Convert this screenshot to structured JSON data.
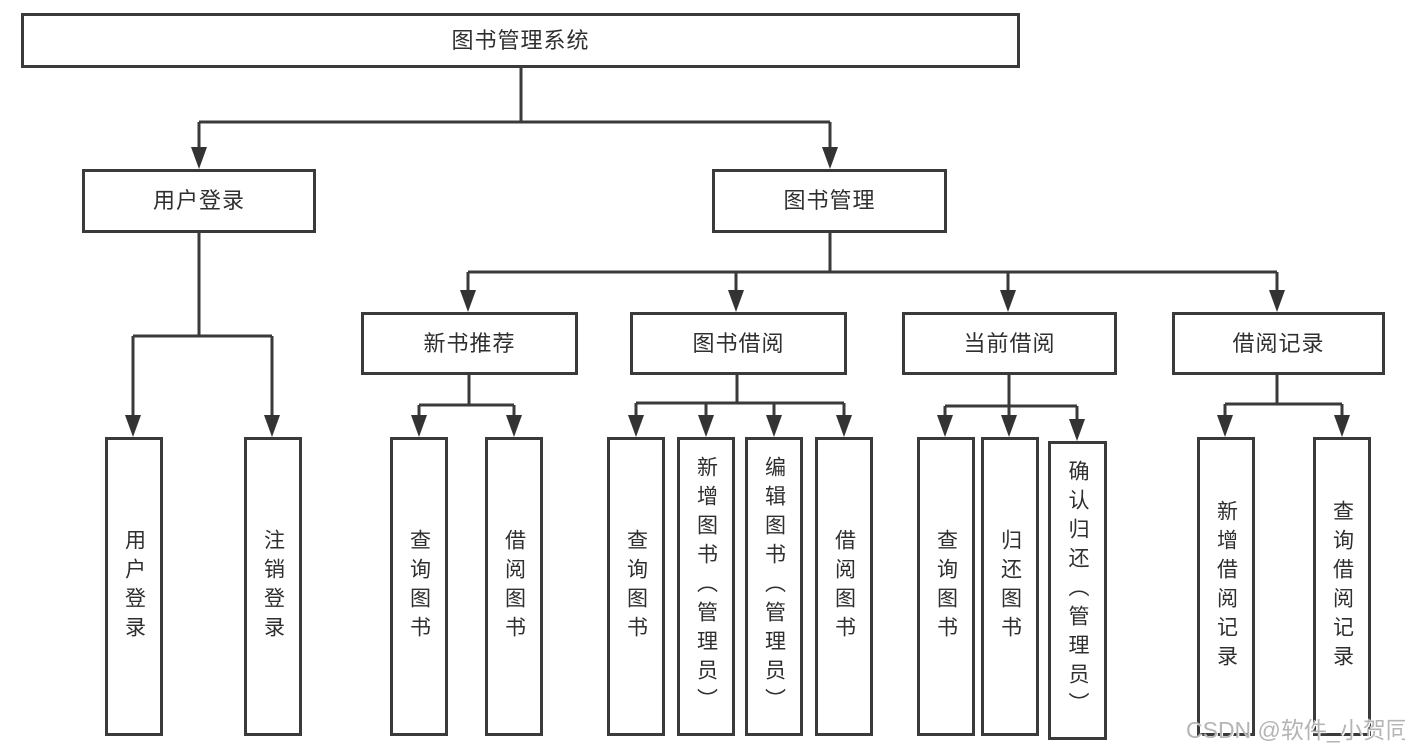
{
  "tree": {
    "label": "图书管理系统",
    "children": [
      {
        "label": "用户登录",
        "children": [
          {
            "label": "用户登录"
          },
          {
            "label": "注销登录"
          }
        ]
      },
      {
        "label": "图书管理",
        "children": [
          {
            "label": "新书推荐",
            "children": [
              {
                "label": "查询图书"
              },
              {
                "label": "借阅图书"
              }
            ]
          },
          {
            "label": "图书借阅",
            "children": [
              {
                "label": "查询图书"
              },
              {
                "label": "新增图书（管理员）"
              },
              {
                "label": "编辑图书（管理员）"
              },
              {
                "label": "借阅图书"
              }
            ]
          },
          {
            "label": "当前借阅",
            "children": [
              {
                "label": "查询图书"
              },
              {
                "label": "归还图书"
              },
              {
                "label": "确认归还（管理员）"
              }
            ]
          },
          {
            "label": "借阅记录",
            "children": [
              {
                "label": "新增借阅记录"
              },
              {
                "label": "查询借阅记录"
              }
            ]
          }
        ]
      }
    ]
  },
  "watermark": {
    "text": "CSDN @软件_小贺同学"
  },
  "colors": {
    "line": "#3a3a3a",
    "arrow": "#333333",
    "text": "#2f2f2f",
    "background": "#ffffff",
    "watermark": "#b5b5b5"
  }
}
